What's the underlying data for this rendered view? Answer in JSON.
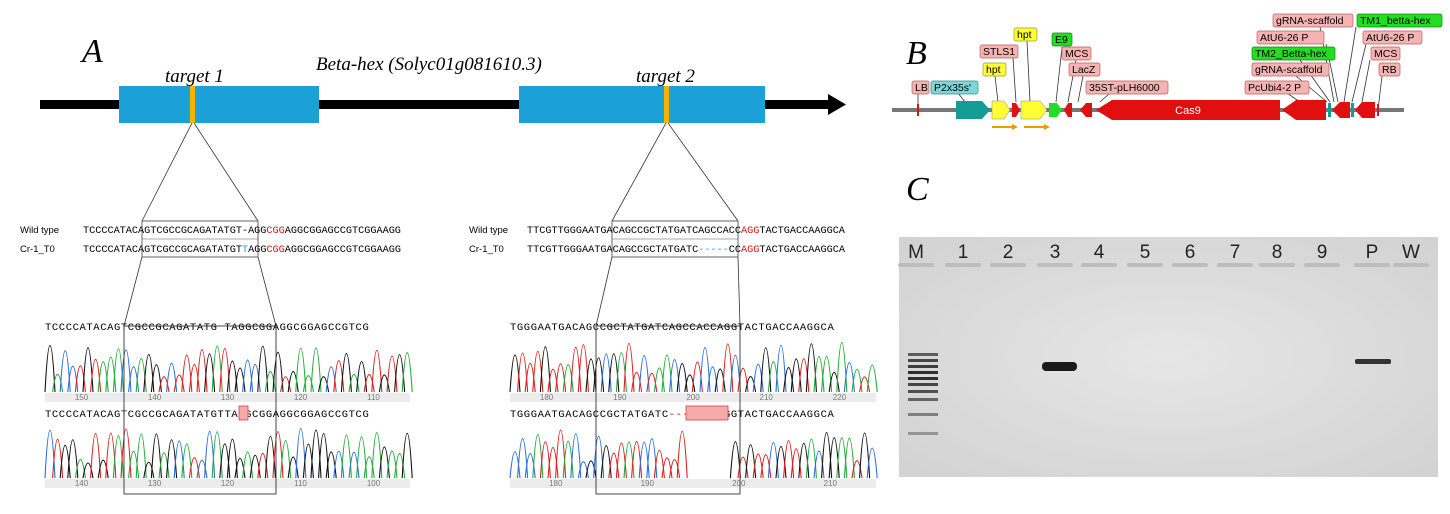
{
  "panelA": {
    "letter": "A",
    "gene_title": "Beta-hex (Solyc01g081610.3)",
    "target1": "target 1",
    "target2": "target 2",
    "align1": {
      "wt_label": "Wild type",
      "mut_label": "Cr-1_T0",
      "wt_pre": "TCCCCATACA",
      "wt_mid": "GTCGCCGCAGATATGT-AGG",
      "wt_pam": "CGG",
      "wt_post": "AGGCGGAGCCGTCGGAAGG",
      "mut_pre": "TCCCCATACA",
      "mut_mid1": "GTCGCCGCAGATATGT",
      "mut_ins": "T",
      "mut_mid2": "AGG",
      "mut_pam": "CGG",
      "mut_post": "AGGCGGAGCCGTCGGAAGG"
    },
    "align2": {
      "wt_label": "Wild type",
      "mut_label": "Cr-1_T0",
      "wt_pre": "TTCGTTGGGAATGAC",
      "wt_mid": "AGCCGCTATGATCAGCCACC",
      "wt_pam": "AGG",
      "wt_post": "TACTGACCAAGGCA",
      "mut_pre": "TTCGTTGGGAATGAC",
      "mut_mid1": "AGCCGCTATGATC",
      "mut_del": "-----",
      "mut_mid2": "CC",
      "mut_pam": "AGG",
      "mut_post": "TACTGACCAAGGCA"
    },
    "chrom1": {
      "top_seq": "TCCCCATACAGTCGCCGCAGATATG TAGGCGGAGGCGGAGCCGTCG",
      "top_ticks": [
        "150",
        "140",
        "130",
        "120",
        "110"
      ],
      "bot_seq_a": "TCCCCATACAGTCGCCGCAGATATG",
      "bot_ins": "T",
      "bot_seq_b": "TAGGCGGAGGCGGAGCCGTCG",
      "bot_ticks": [
        "140",
        "130",
        "120",
        "110",
        "100"
      ]
    },
    "chrom2": {
      "top_seq": "TGGGAATGACAGCCGCTATGATCAGCCACCAGGTACTGACCAAGGCA",
      "top_ticks": [
        "180",
        "190",
        "200",
        "210",
        "220"
      ],
      "bot_seq_a": "TGGGAATGACAGCCGCTATGATC",
      "bot_del": "-----",
      "bot_seq_b": "CCAGGTACTGACCAAGGCA",
      "bot_ticks": [
        "180",
        "190",
        "200",
        "210"
      ]
    }
  },
  "panelB": {
    "letter": "B",
    "features": {
      "LB": "LB",
      "P2x35s": "P2x35s'",
      "hpt_a": "hpt",
      "STLS1": "STLS1",
      "hpt_b": "hpt",
      "E9": "E9",
      "MCS_a": "MCS",
      "LacZ": "LacZ",
      "ST35": "35ST-pLH6000",
      "Cas9": "Cas9",
      "PcUbi": "PcUbi4-2 P",
      "gRNA_a": "gRNA-scaffold",
      "TM2": "TM2_Betta-hex",
      "gRNA_b": "gRNA-scaffold",
      "AtU6_a": "AtU6-26 P",
      "TM1": "TM1_betta-hex",
      "AtU6_b": "AtU6-26 P",
      "MCS_b": "MCS",
      "RB": "RB"
    },
    "colors": {
      "pink": "#f5b3b3",
      "cyan": "#7fd6d6",
      "yellow": "#ffff33",
      "green": "#22dd22",
      "red": "#e01010",
      "teal": "#129c95"
    }
  },
  "panelC": {
    "letter": "C",
    "lanes": [
      "M",
      "1",
      "2",
      "3",
      "4",
      "5",
      "6",
      "7",
      "8",
      "9",
      "P",
      "W"
    ]
  }
}
